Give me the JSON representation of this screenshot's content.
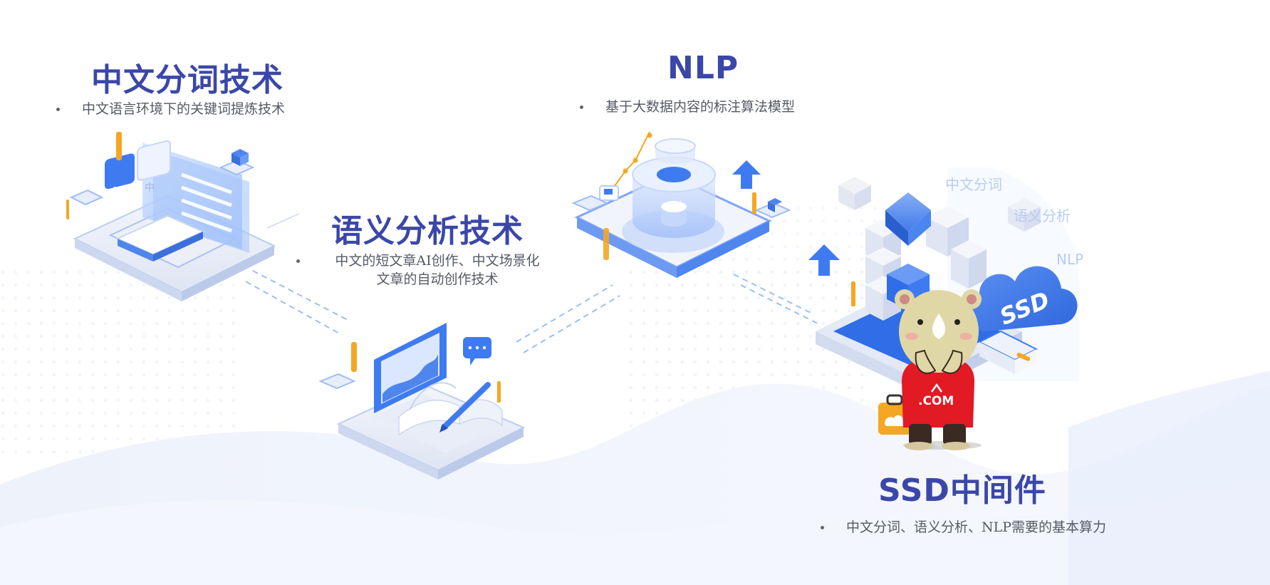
{
  "sections": {
    "segmentation": {
      "title": "中文分词技术",
      "bullet": "中文语言环境下的关键词提炼技术"
    },
    "semantic": {
      "title": "语义分析技术",
      "bullet_line1": "中文的短文章AI创作、中文场景化",
      "bullet_line2": "文章的自动创作技术"
    },
    "nlp": {
      "title": "NLP",
      "bullet": "基于大数据内容的标注算法模型"
    },
    "ssd": {
      "title": "SSD中间件",
      "bullet": "中文分词、语义分析、NLP需要的基本算力"
    }
  },
  "illustration": {
    "ssd_cloud_text": "SSD",
    "floating_labels": [
      "中文分词",
      "语义分析",
      "NLP"
    ],
    "mascot_shirt_text": ".COM",
    "badge_letters": [
      "A",
      "中"
    ]
  },
  "colors": {
    "heading": "#3b47a8",
    "body_text": "#555a66",
    "accent_blue": "#3f7bf0",
    "accent_orange": "#f5a623"
  }
}
